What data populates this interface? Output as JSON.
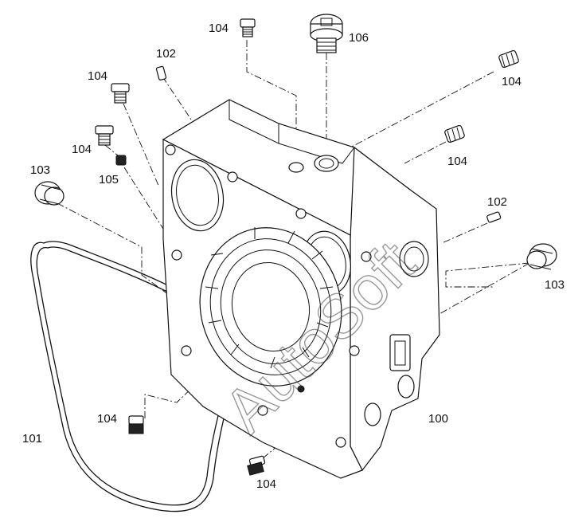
{
  "callouts": {
    "c104_top": "104",
    "c106": "106",
    "c102_top": "102",
    "c104_left_top": "104",
    "c104_left_mid": "104",
    "c105": "105",
    "c103_left": "103",
    "c104_right_top": "104",
    "c104_right_mid": "104",
    "c102_right": "102",
    "c103_right": "103",
    "c100": "100",
    "c101": "101",
    "c104_bottom_left": "104",
    "c104_bottom": "104"
  },
  "watermark": "AutoSoft"
}
